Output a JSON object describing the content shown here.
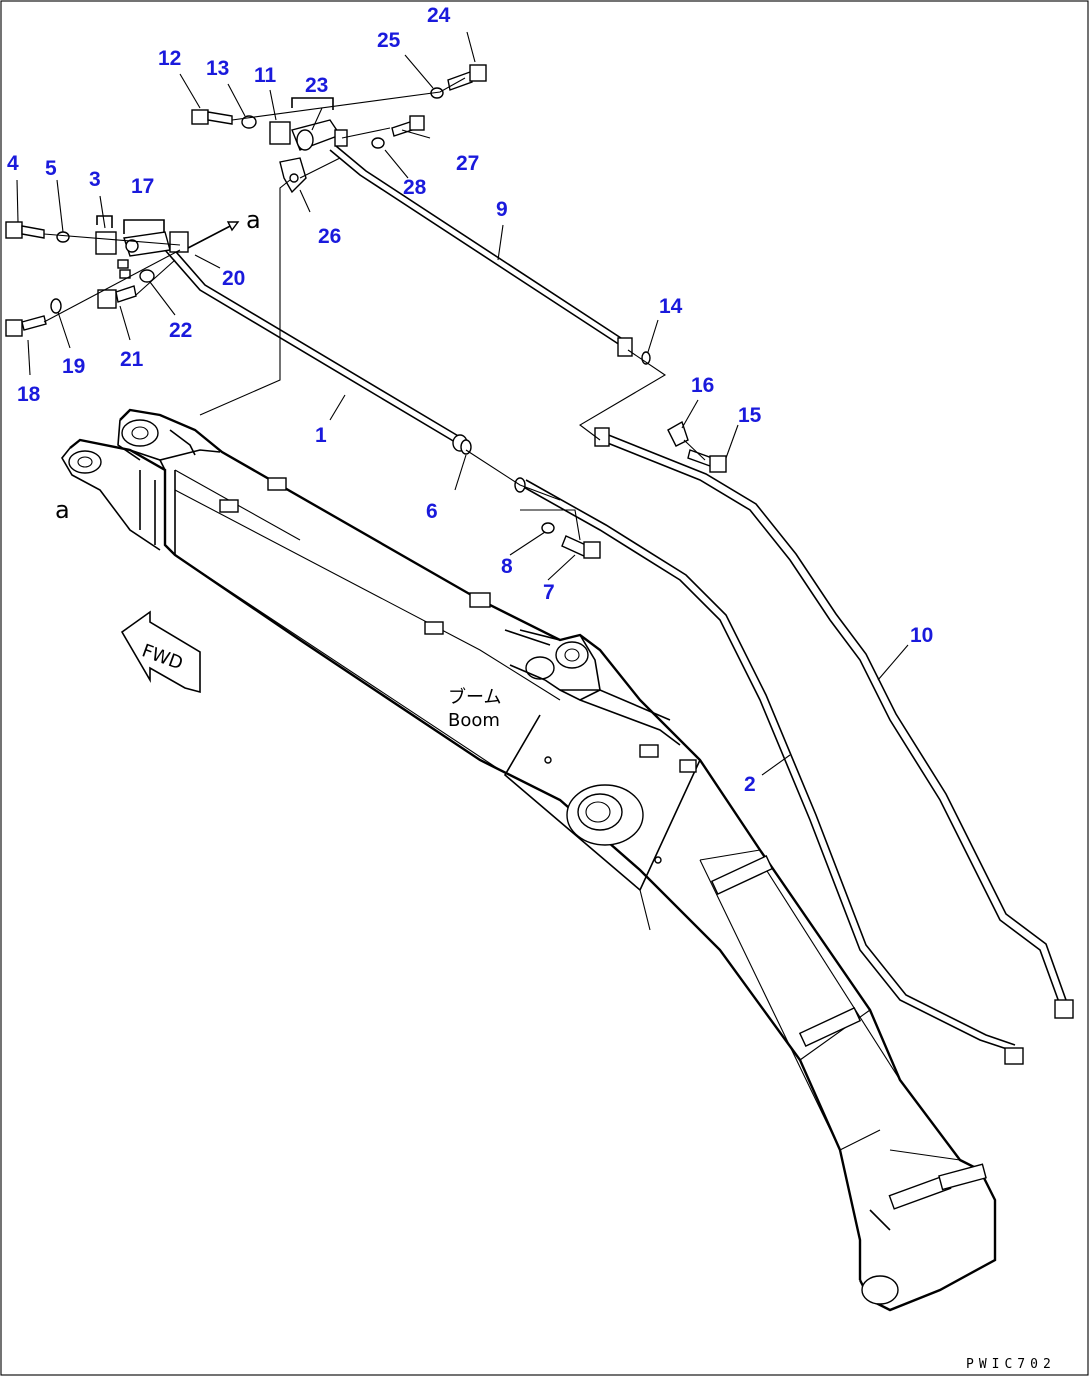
{
  "callouts": [
    {
      "id": "24",
      "text": "24"
    },
    {
      "id": "25",
      "text": "25"
    },
    {
      "id": "12",
      "text": "12"
    },
    {
      "id": "13",
      "text": "13"
    },
    {
      "id": "11",
      "text": "11"
    },
    {
      "id": "23",
      "text": "23"
    },
    {
      "id": "4",
      "text": "4"
    },
    {
      "id": "5",
      "text": "5"
    },
    {
      "id": "3",
      "text": "3"
    },
    {
      "id": "17",
      "text": "17"
    },
    {
      "id": "27",
      "text": "27"
    },
    {
      "id": "28",
      "text": "28"
    },
    {
      "id": "26",
      "text": "26"
    },
    {
      "id": "9",
      "text": "9"
    },
    {
      "id": "20",
      "text": "20"
    },
    {
      "id": "22",
      "text": "22"
    },
    {
      "id": "21",
      "text": "21"
    },
    {
      "id": "19",
      "text": "19"
    },
    {
      "id": "18",
      "text": "18"
    },
    {
      "id": "14",
      "text": "14"
    },
    {
      "id": "16",
      "text": "16"
    },
    {
      "id": "15",
      "text": "15"
    },
    {
      "id": "1",
      "text": "1"
    },
    {
      "id": "6",
      "text": "6"
    },
    {
      "id": "8",
      "text": "8"
    },
    {
      "id": "7",
      "text": "7"
    },
    {
      "id": "10",
      "text": "10"
    },
    {
      "id": "2",
      "text": "2"
    }
  ],
  "ref_marks": {
    "a_top": "a",
    "a_left": "a"
  },
  "fwd_text": "FWD",
  "boom_label_jp": "ブーム",
  "boom_label_en": "Boom",
  "drawing_code": "PWIC702",
  "colors": {
    "callout": "#1a1adc",
    "line": "#000000",
    "background": "#ffffff"
  }
}
